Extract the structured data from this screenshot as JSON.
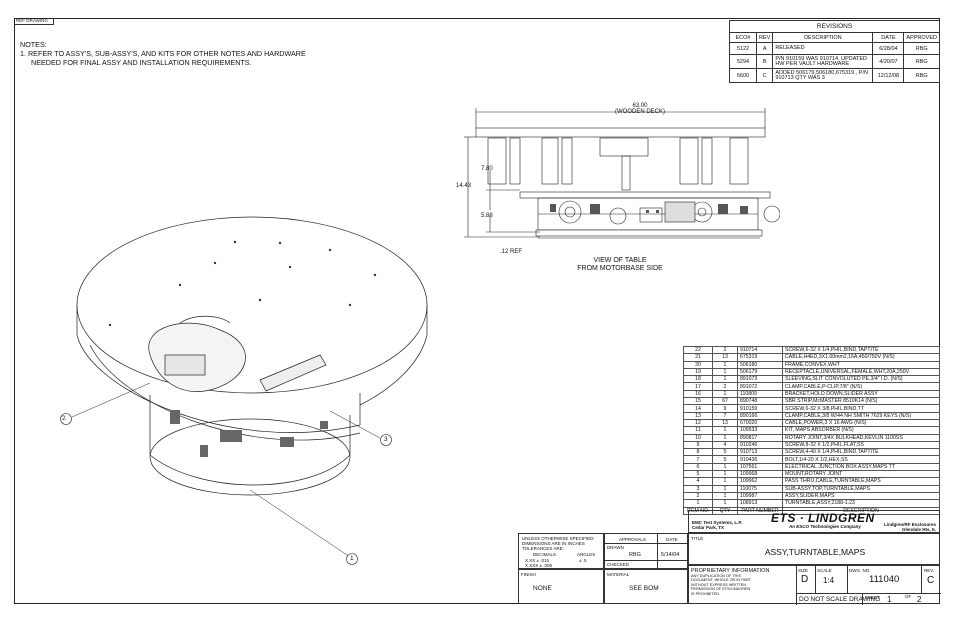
{
  "header": {
    "ref_tag": "REF DRAWING"
  },
  "notes": {
    "title": "NOTES:",
    "line1": "1.  REFER TO ASSY'S, SUB-ASSY'S, AND KITS FOR OTHER NOTES AND HARDWARE",
    "line2": "NEEDED FOR FINAL ASSY AND INSTALLATION REQUIREMENTS."
  },
  "revisions": {
    "title": "REVISIONS",
    "headers": [
      "ECO#",
      "REV",
      "DESCRIPTION",
      "DATE",
      "APPROVED"
    ],
    "rows": [
      [
        "5122",
        "A",
        "RELEASED",
        "6/28/04",
        "RBG"
      ],
      [
        "5294",
        "B",
        "P/N 910159 WAS 910714, UPDATED HW PER VAULT HARDWARE",
        "4/20/07",
        "RBG"
      ],
      [
        "5600",
        "C",
        "ADDED 506179,506180,675319., P/N 910713 QTY WAS 3",
        "12/12/08",
        "RBG"
      ]
    ]
  },
  "side_view": {
    "dim_width": "63.00",
    "dim_width_note": "(WOODEN DECK)",
    "dim_height": "14.43",
    "dim_upper": "7.80",
    "dim_lower": "5.88",
    "dim_ref": ".12 REF",
    "caption_line1": "VIEW OF TABLE",
    "caption_line2": "FROM MOTORBASE SIDE"
  },
  "callouts": {
    "c1": "1",
    "c2": "2",
    "c3": "3"
  },
  "bom": {
    "footer": [
      "ITEM NO.",
      "QTY",
      "PART NUMBER",
      "DESCRIPTION"
    ],
    "rows": [
      [
        "22",
        "2",
        "910714",
        "SCREW,6-32 X 1/4,PHIL,BIND,TAPTITE"
      ],
      [
        "21",
        "13",
        "675319",
        "CABLE,H4ED,3X1.00mm2,16A,450/750V (N/S)"
      ],
      [
        "20",
        "1",
        "506180",
        "FRAME,CONVEX,WHT"
      ],
      [
        "19",
        "1",
        "506179",
        "RECEPTACLE,UNIVERSAL,FEMALE,WHT,20A,250V"
      ],
      [
        "18",
        "1",
        "891073",
        "SLEEVING,SLIT CONVOLUTED PE,3/4\" I.D. (N/S)"
      ],
      [
        "17",
        "2",
        "891072",
        "CLAMP,CABLE,P-CLIP,7/8\" (N/S)"
      ],
      [
        "16",
        "1",
        "110809",
        "BRACKET,HOLD DOWN,SLIDER ASSY"
      ],
      [
        "15",
        "67",
        "890748",
        "SBR STRIP,McMASTER 8510K14 (N/S)"
      ],
      [
        "14",
        "9",
        "910159",
        "SCREW,6-32 X 3/8,PHIL,BIND,TT"
      ],
      [
        "13",
        "7",
        "890166",
        "CLAMP,CABLE,3/8 W/44 NH SMITH 7629 KEYS (N/S)"
      ],
      [
        "12",
        "13",
        "670020",
        "CABLE,POWER,3 X 16 AWG (N/S)"
      ],
      [
        "11",
        "1",
        "109533",
        "KIT, MAPS ABSORBER (N/S)"
      ],
      [
        "10",
        "1",
        "890817",
        "ROTARY JOINT,3/4X BULKHEAD,KEVLIN 1100SS"
      ],
      [
        "9",
        "4",
        "910246",
        "SCREW,8-32 X 1/2,PHIL,FLAT,SS"
      ],
      [
        "8",
        "5",
        "910713",
        "SCREW,4-40 X 1/4,PHIL,BIND,TAPTITE"
      ],
      [
        "7",
        "5",
        "910436",
        "BOLT,1/4-20 X 1/2,HEX,SS"
      ],
      [
        "6",
        "1",
        "107561",
        "ELECTRICAL JUNCTION BOX ASSY,MAPS TT"
      ],
      [
        "5",
        "1",
        "109968",
        "MOUNT,ROTARY JOINT"
      ],
      [
        "4",
        "1",
        "109962",
        "PASS THRU,CABLE,TURNTABLE,MAPS"
      ],
      [
        "3",
        "1",
        "110075",
        "SUB-ASSY,TOP,TURNTABLE,MAPS"
      ],
      [
        "2",
        "1",
        "109987",
        "ASSY,SLIDER,MAPS"
      ],
      [
        "1",
        "1",
        "108913",
        "TURNTABLE,ASSY,2188-1.23"
      ]
    ]
  },
  "title_block": {
    "company": "EMC Test Systems, L.P.",
    "city": "Cedar Park, TX",
    "logo": "ETS · LINDGREN",
    "logo_sub": "An ESCO Technologies Company",
    "partner": "Lindgren/RF Enclosures",
    "partner_city": "Glendale Hts, IL",
    "tolerances": [
      "UNLESS OTHERWISE SPECIFIED:",
      "DIMENSIONS ARE IN INCHES",
      "TOLERANCES ARE:"
    ],
    "decimals_label": "DECIMALS",
    "angles_label": "ANGLES",
    "decimal_xx": "X.XX ±  .015",
    "decimal_xxx": "X.XXX ±  .005",
    "angle_tol": "±  .5",
    "approvals_label": "APPROVALS",
    "date_label": "DATE",
    "drawn_label": "DRAWN",
    "drawn_by": "RBG",
    "drawn_date": "5/14/04",
    "checked_label": "CHECKED",
    "finish_label": "FINISH",
    "finish": "NONE",
    "material_label": "MATERIAL",
    "material": "SEE BOM",
    "title_label": "TITLE",
    "title": "ASSY,TURNTABLE,MAPS",
    "prop_title": "PROPRIETARY INFORMATION",
    "prop_text": [
      "ANY DUPLICATION OF THIS",
      "DOCUMENT, WHOLE OR IN PART,",
      "WITHOUT EXPRESS WRITTEN",
      "PERMISSION OF ETS/LINDGREN",
      "IS PROHIBITED."
    ],
    "size_label": "SIZE",
    "size": "D",
    "scale_label": "SCALE",
    "scale": "1:4",
    "dwg_label": "DWG. NO.",
    "dwg_no": "111040",
    "rev_label": "REV.",
    "rev": "C",
    "noscale": "DO NOT SCALE DRAWING",
    "sheet_label": "SHEET",
    "sheet": "1",
    "of_label": "OF",
    "sheets": "2"
  }
}
